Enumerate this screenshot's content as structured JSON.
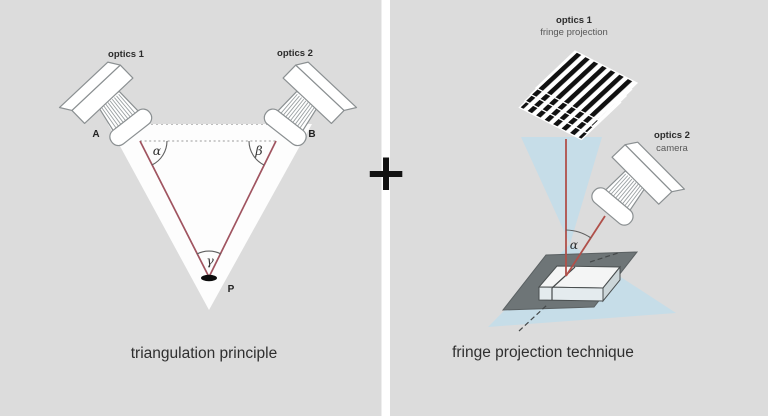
{
  "figure": {
    "left": {
      "caption": "triangulation principle",
      "optics1": "optics 1",
      "optics2": "optics 2",
      "label_a": "A",
      "label_b": "B",
      "label_p": "P",
      "alpha": "α",
      "beta": "β",
      "gamma": "γ"
    },
    "divider": {
      "plus": "+"
    },
    "right": {
      "caption": "fringe projection technique",
      "optics1": "optics 1",
      "optics1_sub": "fringe projection",
      "optics2": "optics 2",
      "optics2_sub": "camera",
      "alpha": "α"
    },
    "colors": {
      "background": "#dcdcdc",
      "divider_band": "#ffffff",
      "plus_sign": "#121212",
      "triangle_fill": "#fdfdfd",
      "triangulation_ray": "#a05460",
      "projection_ray": "#b0504a",
      "light_cone": "#c6dde8",
      "object_plane": "#6e7577",
      "fringe_stripe_dark": "#111111",
      "fringe_stripe_light": "#ffffff",
      "point_marker": "#0c0c0c"
    }
  }
}
